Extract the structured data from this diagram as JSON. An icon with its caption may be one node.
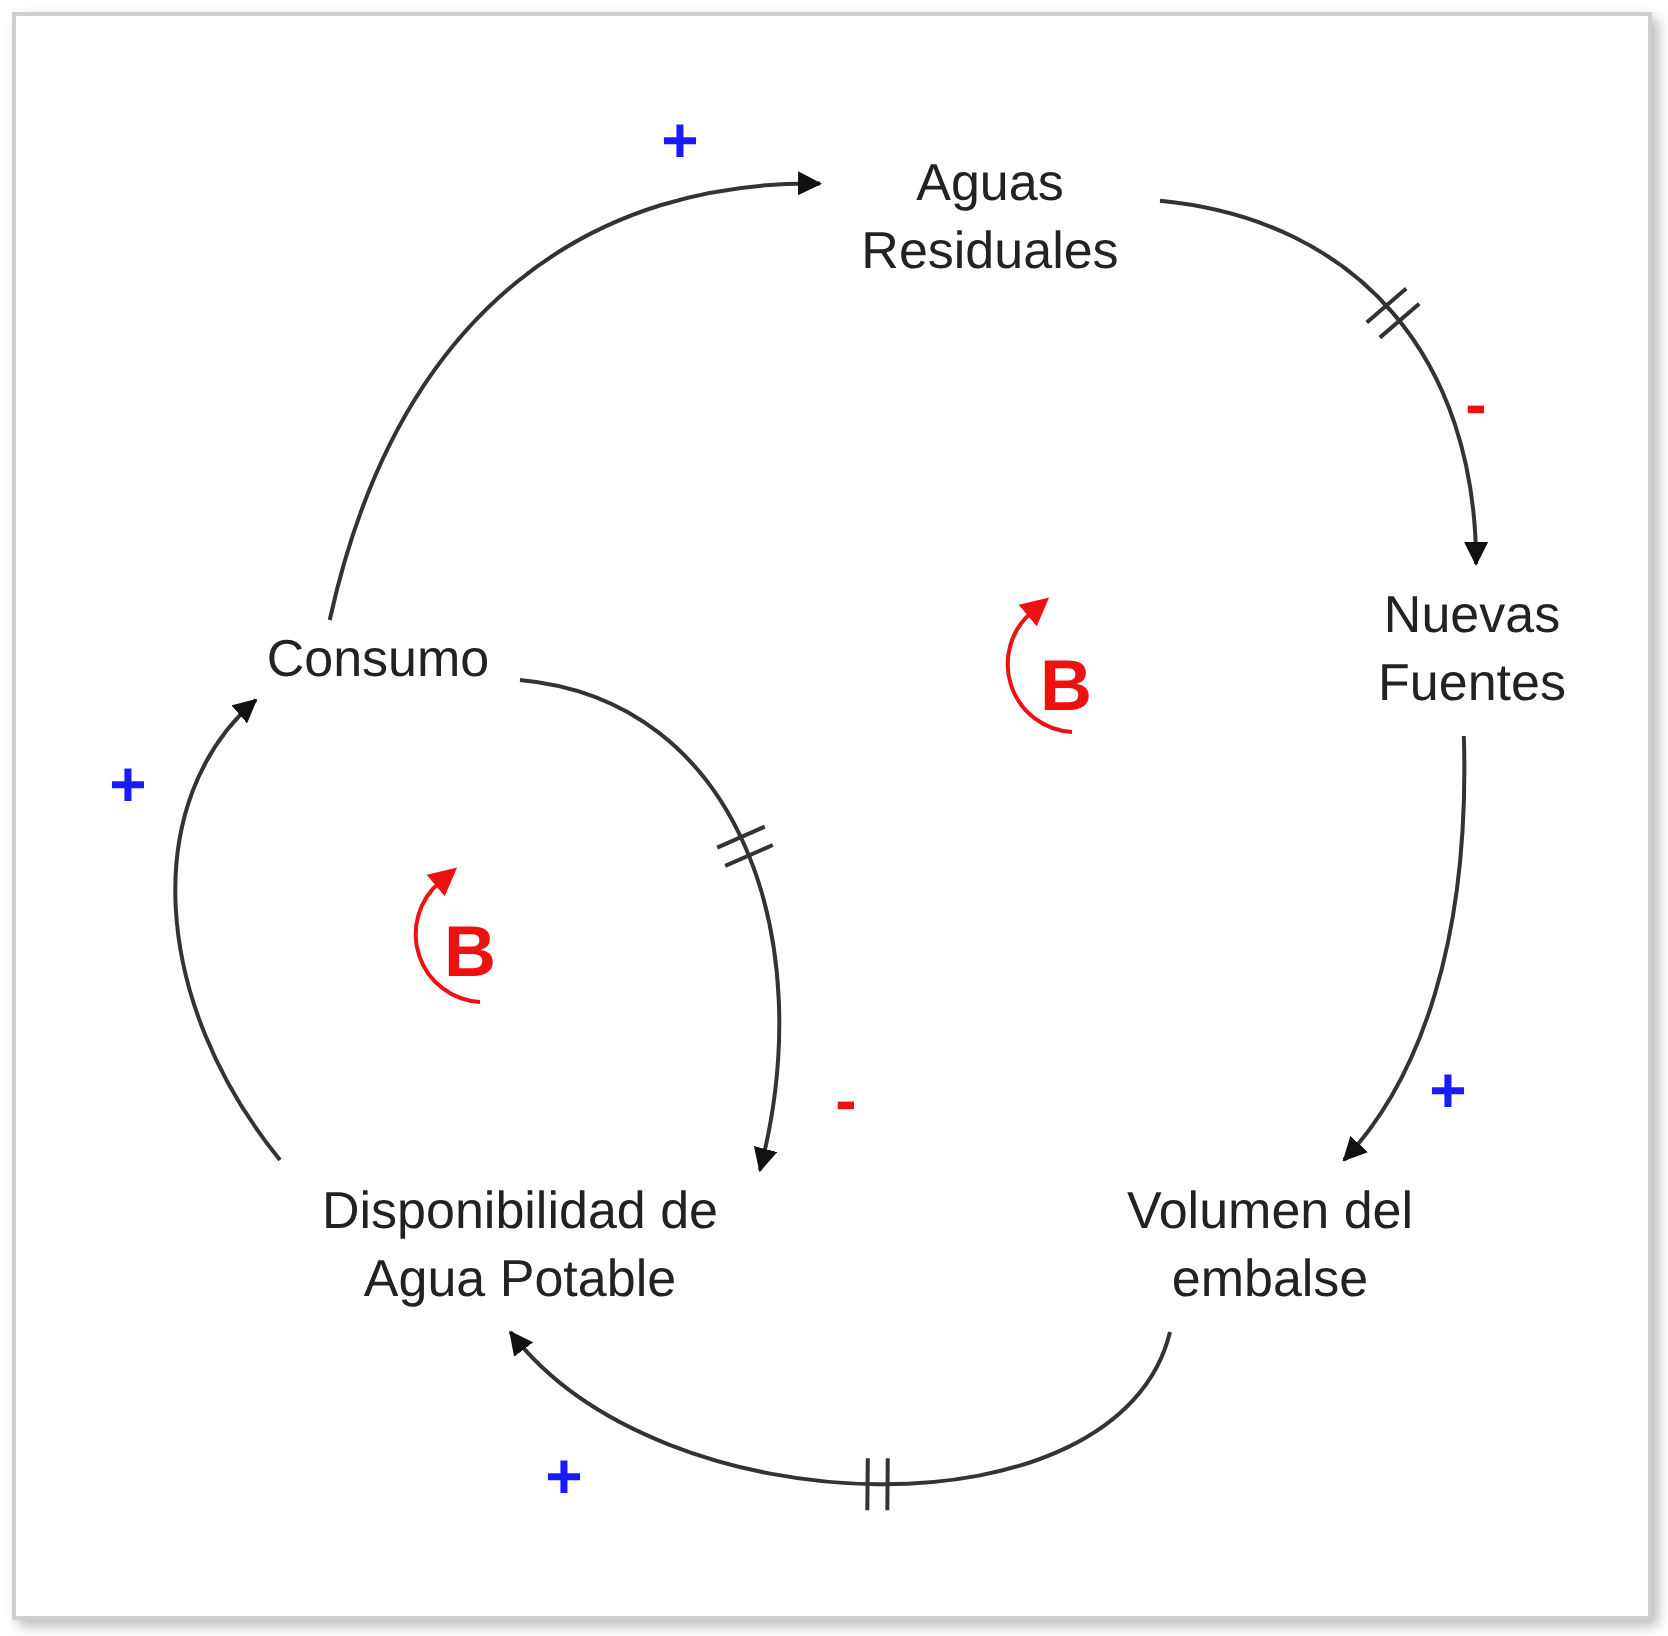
{
  "diagram": {
    "nodes": [
      {
        "text": [
          "Aguas Residuales"
        ]
      },
      {
        "text": [
          "Nuevas Fuentes"
        ]
      },
      {
        "text": [
          "Volumen del embalse"
        ]
      },
      {
        "text": [
          "Disponibilidad de Agua Potable"
        ]
      },
      {
        "text": [
          "Consumo"
        ]
      }
    ],
    "edges": [
      {
        "from": 4,
        "to": 0,
        "arrow": "to",
        "label": "+"
      },
      {
        "from": 0,
        "to": 1,
        "arrow": "to",
        "label": "-"
      },
      {
        "from": 1,
        "to": 2,
        "arrow": "to",
        "label": "+"
      },
      {
        "from": 2,
        "to": 3,
        "arrow": "to",
        "label": "+"
      },
      {
        "from": 3,
        "to": 4,
        "arrow": "to",
        "label": "+"
      },
      {
        "from": 4,
        "to": 3,
        "arrow": "to",
        "label": "-"
      }
    ],
    "labels": [
      "B",
      "B"
    ]
  }
}
